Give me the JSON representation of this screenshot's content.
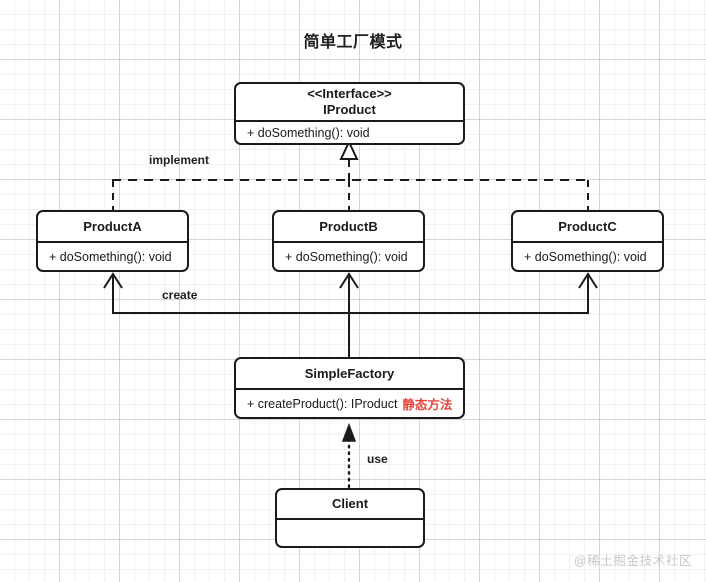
{
  "diagram": {
    "title": "简单工厂模式",
    "watermark": "@稀土掘金技术社区",
    "accent_red": "#e8453c",
    "line_color": "#1a1a1a",
    "background": "#ffffff"
  },
  "nodes": {
    "iproduct": {
      "stereotype": "<<Interface>>",
      "name": "IProduct",
      "member": "+ doSomething(): void"
    },
    "product_a": {
      "name": "ProductA",
      "member": "+ doSomething(): void"
    },
    "product_b": {
      "name": "ProductB",
      "member": "+ doSomething(): void"
    },
    "product_c": {
      "name": "ProductC",
      "member": "+ doSomething(): void"
    },
    "simple_factory": {
      "name": "SimpleFactory",
      "member": "+ createProduct(): IProduct",
      "member_note": "静态方法"
    },
    "client": {
      "name": "Client",
      "member": ""
    }
  },
  "edges": {
    "implement": "implement",
    "create": "create",
    "use": "use"
  }
}
